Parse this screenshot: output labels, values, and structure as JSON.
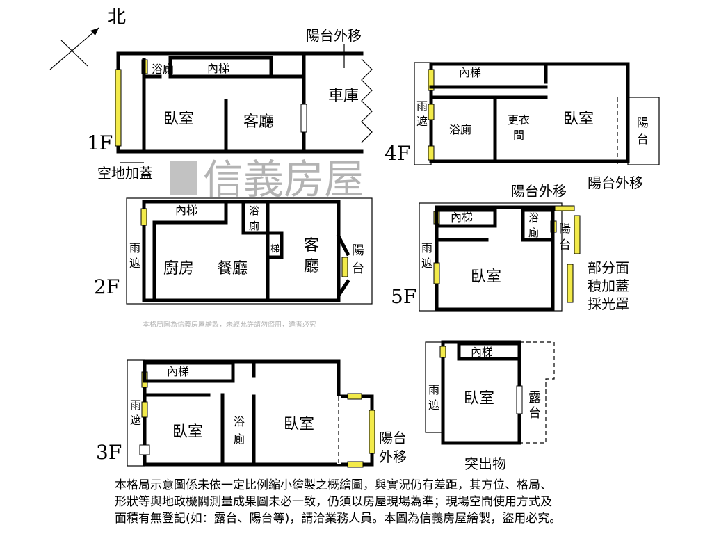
{
  "compass": {
    "north": "北"
  },
  "floors": {
    "f1": {
      "label": "1F",
      "rooms": [
        "浴廁",
        "內梯",
        "臥室",
        "客廳",
        "車庫"
      ],
      "notes": [
        "陽台外移",
        "空地加蓋"
      ]
    },
    "f2": {
      "label": "2F",
      "rooms": [
        "內梯",
        "浴",
        "廁",
        "梯",
        "雨",
        "遮",
        "廚房",
        "餐廳",
        "客",
        "廳",
        "陽",
        "台"
      ]
    },
    "f3": {
      "label": "3F",
      "rooms": [
        "內梯",
        "雨",
        "遮",
        "臥室",
        "浴",
        "廁",
        "臥室"
      ],
      "notes": [
        "陽台",
        "外移"
      ]
    },
    "f4": {
      "label": "4F",
      "rooms": [
        "內梯",
        "雨",
        "遮",
        "浴廁",
        "更衣",
        "間",
        "臥室",
        "陽",
        "台"
      ],
      "notes": [
        "陽台外移"
      ]
    },
    "f5": {
      "label": "5F",
      "rooms": [
        "內梯",
        "浴",
        "廁",
        "陽",
        "台",
        "雨",
        "遮",
        "臥室"
      ],
      "notes": [
        "陽台外移",
        "部分面",
        "積加蓋",
        "採光罩"
      ]
    },
    "roof": {
      "rooms": [
        "內梯",
        "雨",
        "遮",
        "臥室",
        "露",
        "台"
      ],
      "notes": [
        "突出物"
      ]
    }
  },
  "watermark": {
    "brand": "信義房屋",
    "text": "本格局圖為信義房屋繪製，未經允許請勿盜用，違者必究"
  },
  "disclaimer": [
    "本格局示意圖係未依一定比例縮小繪製之概繪圖，與實況仍有差距，其方位、格局、",
    "形狀等與地政機關測量成果圖未必一致，仍須以房屋現場為準；現場空間使用方式及",
    "面積有無登記(如：露台、陽台等)，請洽業務人員。本圖為信義房屋繪製，盜用必究。"
  ],
  "colors": {
    "wall": "#000000",
    "window": "#f2ea4a",
    "watermark": "#9a9a9a"
  }
}
